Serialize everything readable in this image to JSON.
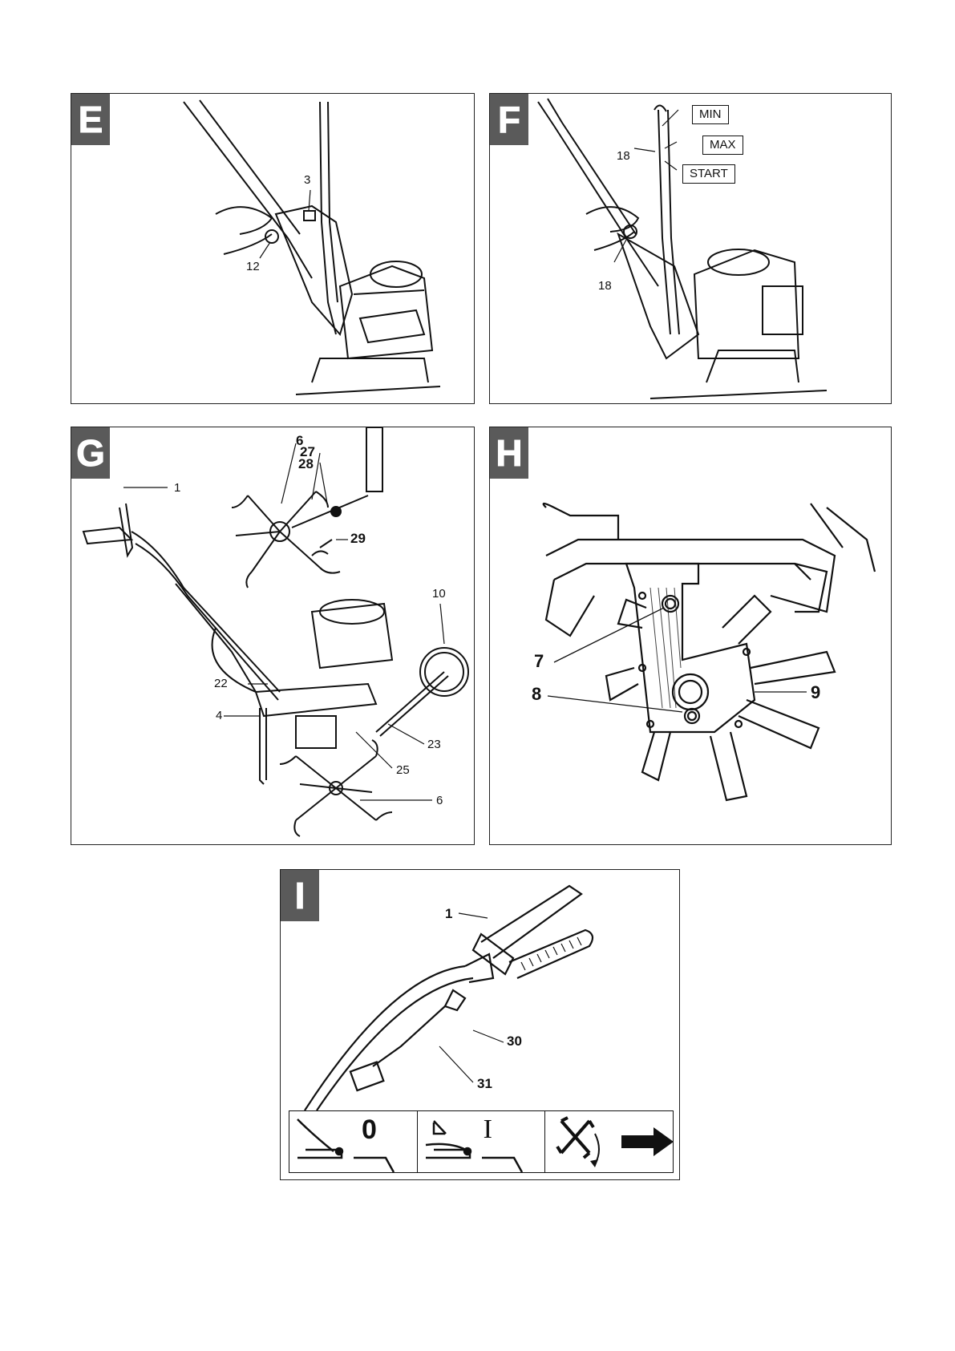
{
  "panels": {
    "E": {
      "tag": "E",
      "labels": {
        "l3": "3",
        "l12": "12"
      }
    },
    "F": {
      "tag": "F",
      "labels": {
        "l18a": "18",
        "l18b": "18"
      },
      "boxes": {
        "min": "MIN",
        "max": "MAX",
        "start": "START"
      }
    },
    "G": {
      "tag": "G",
      "labels": {
        "l1": "1",
        "l6a": "6",
        "l27": "27",
        "l28": "28",
        "l29": "29",
        "l10": "10",
        "l22": "22",
        "l4": "4",
        "l23": "23",
        "l25": "25",
        "l6b": "6"
      }
    },
    "H": {
      "tag": "H",
      "labels": {
        "l7": "7",
        "l8": "8",
        "l9": "9"
      }
    },
    "I": {
      "tag": "I",
      "labels": {
        "l1": "1",
        "l30": "30",
        "l31": "31"
      },
      "strip": {
        "off": "0",
        "on": "I"
      }
    }
  }
}
